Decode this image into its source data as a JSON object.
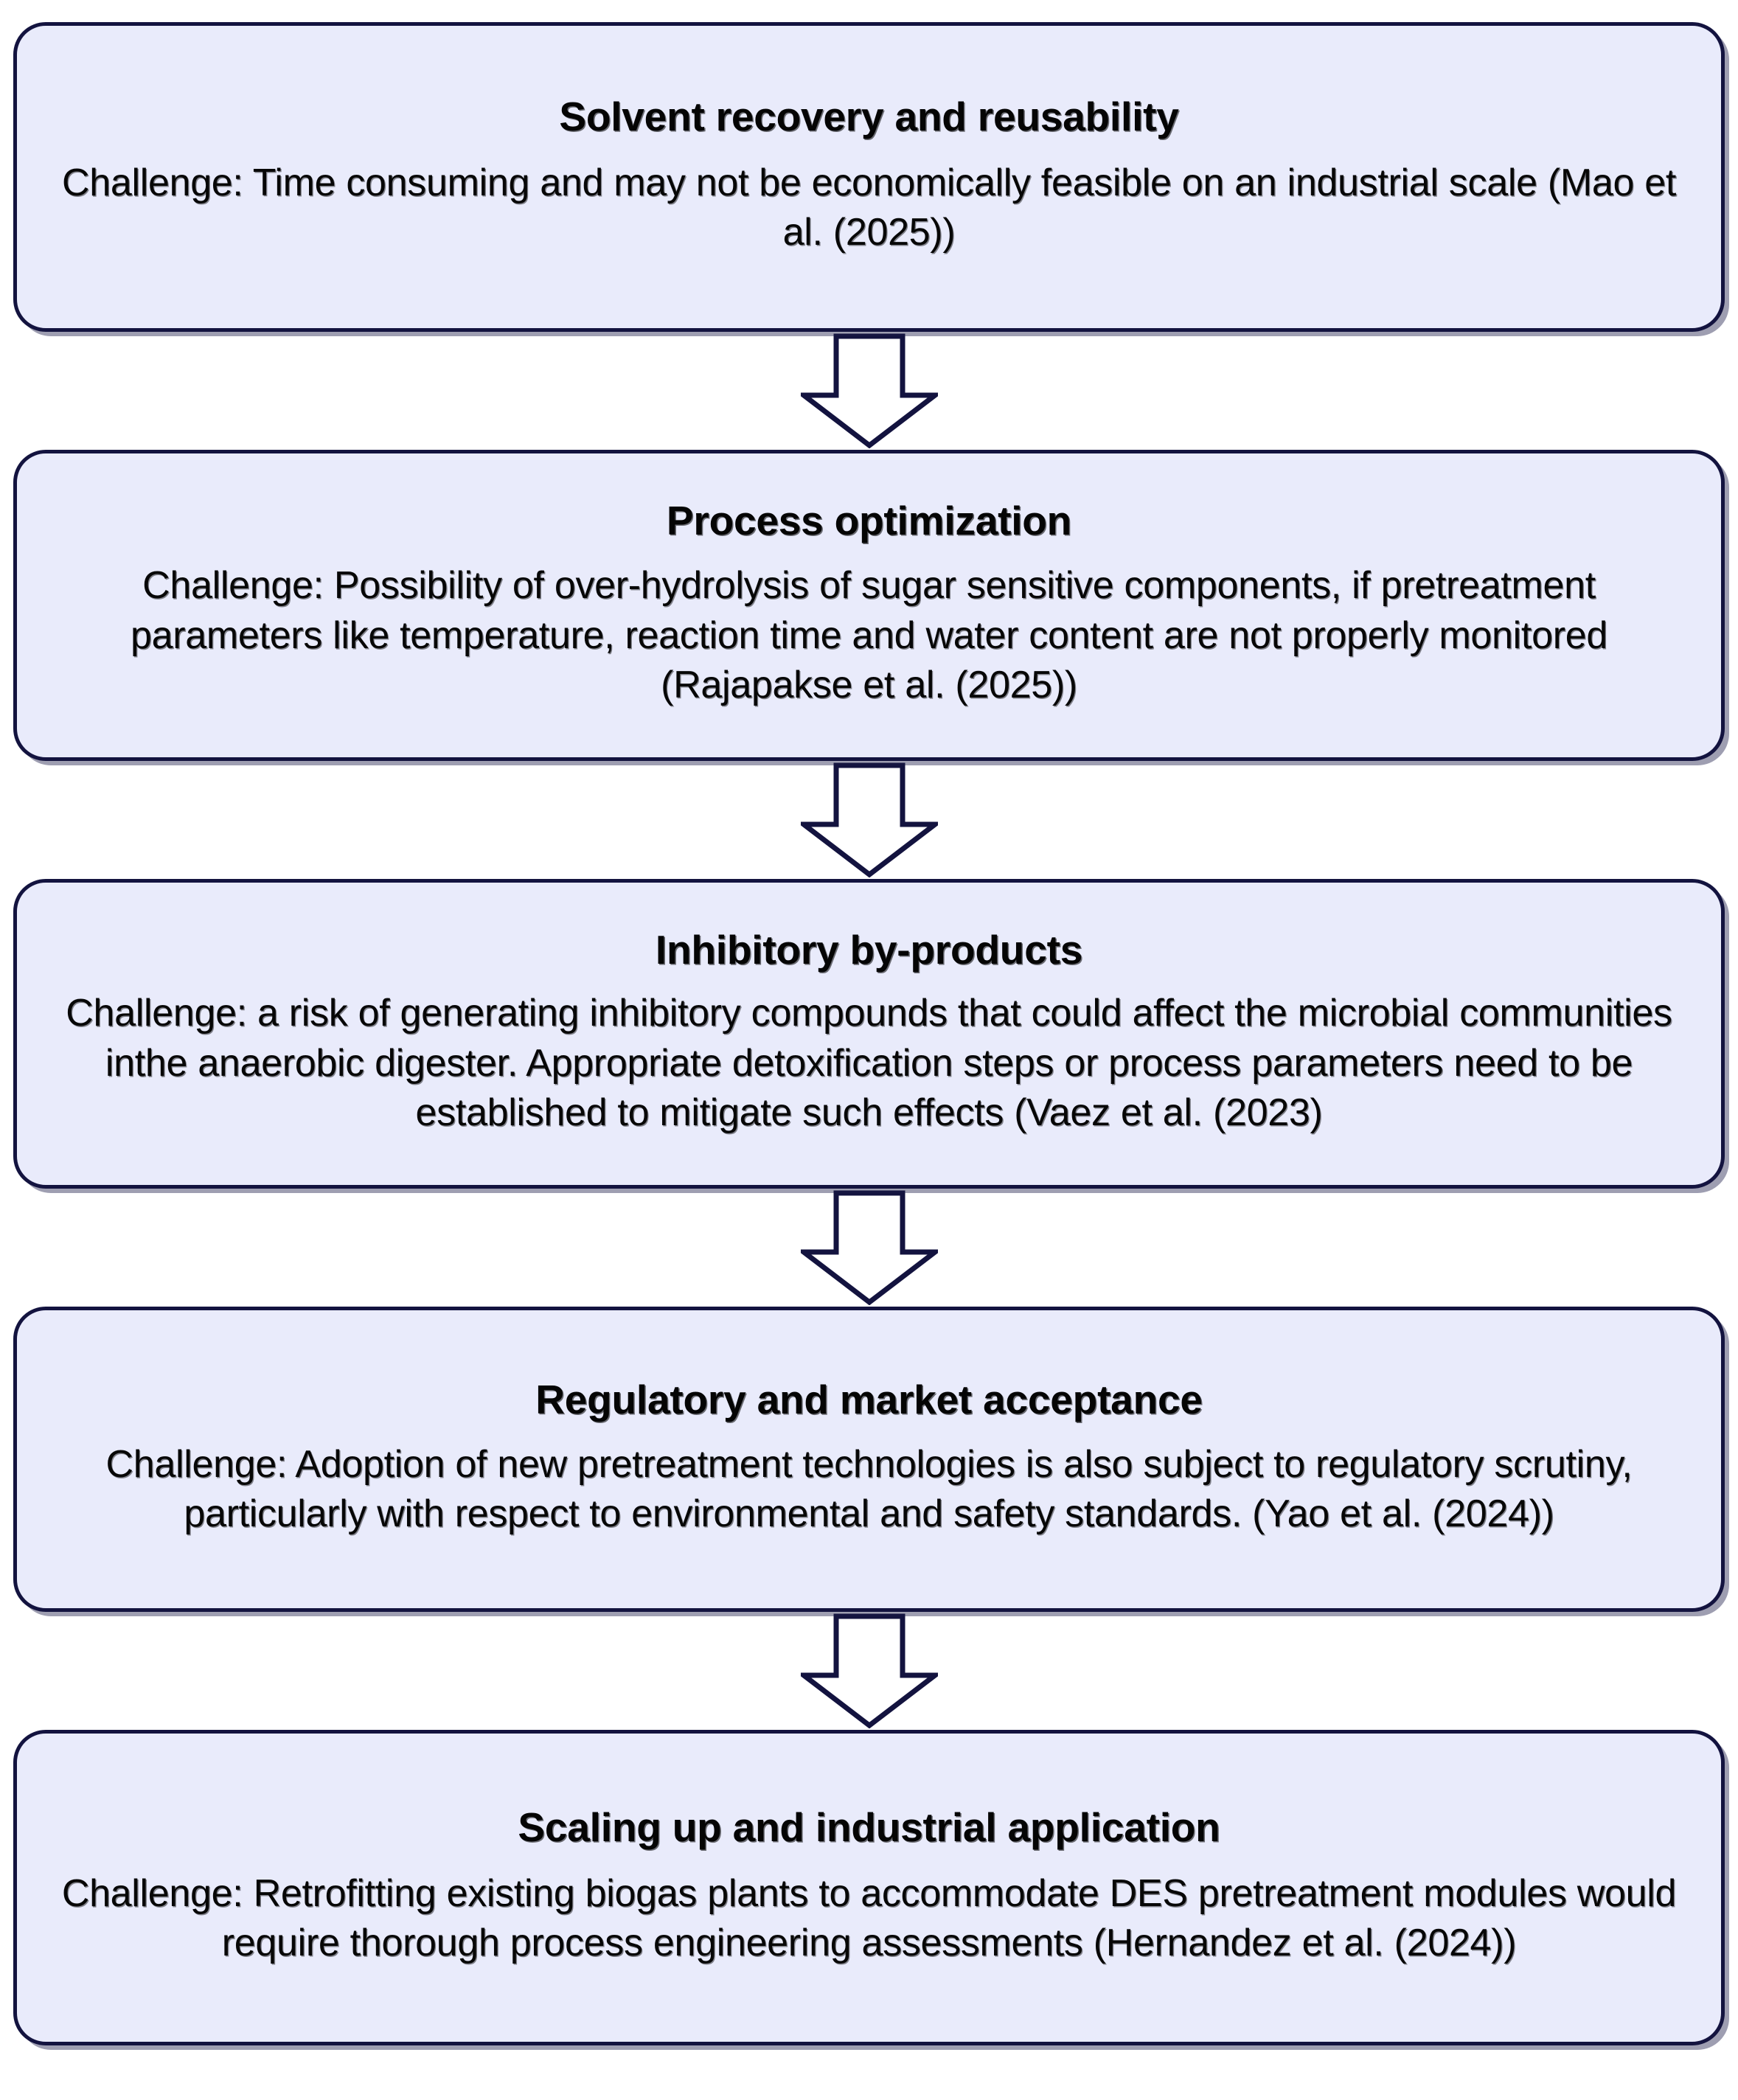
{
  "diagram": {
    "type": "vertical-flowchart",
    "orientation": "top-to-bottom",
    "colors": {
      "box_fill": "#e9ebfb",
      "box_border": "#13133f",
      "arrow_fill": "#ffffff",
      "arrow_stroke": "#13133f",
      "text": "#050505",
      "page_background": "#ffffff"
    },
    "arrow_icon_name": "down-block-arrow",
    "arrow_count": 4,
    "nodes": [
      {
        "id": "solvent-recovery-and-reusability",
        "title": "Solvent recovery and reusability",
        "body": "Challenge: Time consuming and may not be economically feasible on an industrial scale (Mao et al. (2025))"
      },
      {
        "id": "process-optimization",
        "title": "Process optimization",
        "body": "Challenge: Possibility of over-hydrolysis of sugar sensitive components, if pretreatment parameters like temperature, reaction time and water content are not properly monitored (Rajapakse et al. (2025))"
      },
      {
        "id": "inhibitory-by-products",
        "title": "Inhibitory by-products",
        "body": "Challenge: a risk of generating inhibitory compounds that could affect the microbial communities inthe anaerobic digester. Appropriate detoxification steps or process parameters need to be established to mitigate such effects (Vaez et al. (2023)"
      },
      {
        "id": "regulatory-and-market-acceptance",
        "title": "Regulatory and market acceptance",
        "body": "Challenge: Adoption of new pretreatment technologies is also subject to regulatory scrutiny, particularly with respect to environmental and safety standards. (Yao et al. (2024))"
      },
      {
        "id": "scaling-up-and-industrial-application",
        "title": "Scaling up and industrial application",
        "body": "Challenge: Retrofitting existing biogas plants to accommodate DES pretreatment modules would require thorough process engineering assessments (Hernandez et al. (2024))"
      }
    ]
  }
}
